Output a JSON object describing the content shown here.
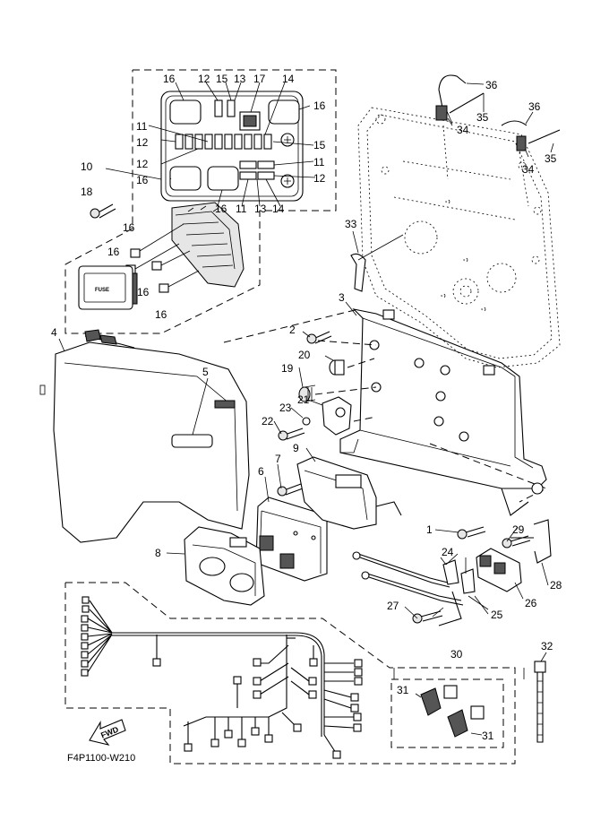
{
  "figure_code": "F4P1100-W210",
  "fwd_label": "FWD",
  "fuse_box_label": "FUSE",
  "callouts": [
    "1",
    "2",
    "3",
    "4",
    "5",
    "6",
    "7",
    "8",
    "9",
    "10",
    "11",
    "12",
    "13",
    "14",
    "15",
    "16",
    "17",
    "18",
    "19",
    "20",
    "21",
    "22",
    "23",
    "24",
    "25",
    "26",
    "27",
    "28",
    "29",
    "30",
    "31",
    "32",
    "33",
    "34",
    "35",
    "36"
  ]
}
